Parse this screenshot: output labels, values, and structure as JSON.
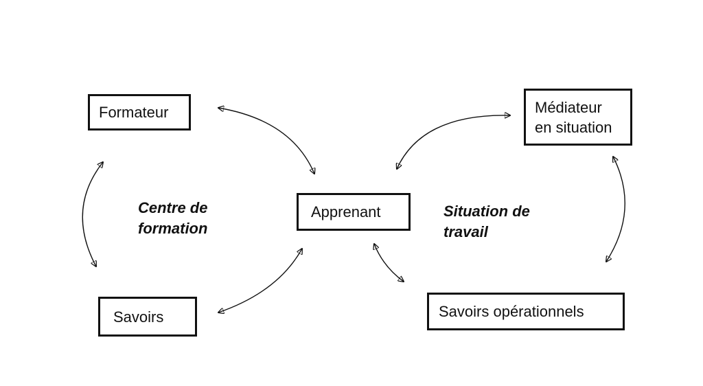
{
  "nodes": {
    "formateur": "Formateur",
    "mediateur_line1": "Médiateur",
    "mediateur_line2": "en situation",
    "apprenant": "Apprenant",
    "savoirs": "Savoirs",
    "savoirs_operationnels": "Savoirs opérationnels"
  },
  "zones": {
    "centre_line1": "Centre de",
    "centre_line2": "formation",
    "situation_line1": "Situation de",
    "situation_line2": "travail"
  },
  "edges": [
    {
      "from": "Formateur",
      "to": "Apprenant",
      "direction": "bidirectional"
    },
    {
      "from": "Médiateur en situation",
      "to": "Apprenant",
      "direction": "bidirectional"
    },
    {
      "from": "Savoirs",
      "to": "Apprenant",
      "direction": "bidirectional"
    },
    {
      "from": "Savoirs opérationnels",
      "to": "Apprenant",
      "direction": "bidirectional"
    },
    {
      "from": "Formateur",
      "to": "Savoirs",
      "direction": "bidirectional"
    },
    {
      "from": "Médiateur en situation",
      "to": "Savoirs opérationnels",
      "direction": "bidirectional"
    }
  ]
}
